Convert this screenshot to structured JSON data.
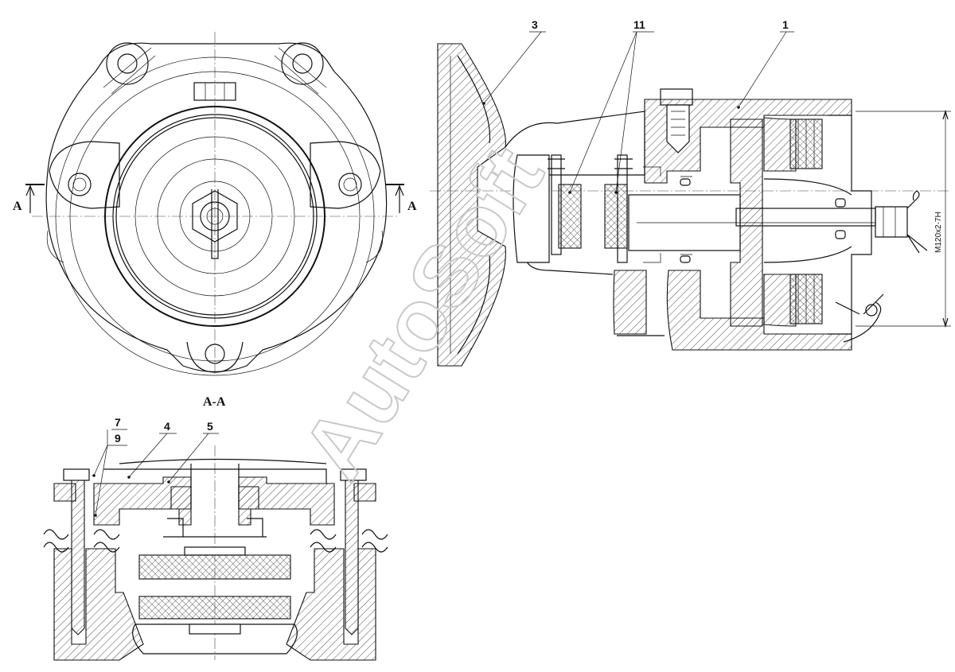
{
  "labels": {
    "callout_3": "3",
    "callout_11": "11",
    "callout_1": "1",
    "callout_7": "7",
    "callout_9": "9",
    "callout_4": "4",
    "callout_5": "5",
    "section_left": "A",
    "section_right": "A",
    "section_title": "A-A",
    "thread_dimension": "M120x2-7H"
  },
  "watermark": "AutoSoft",
  "colors": {
    "line": "#111111",
    "watermark": "#c9c9c9",
    "background": "#ffffff"
  }
}
